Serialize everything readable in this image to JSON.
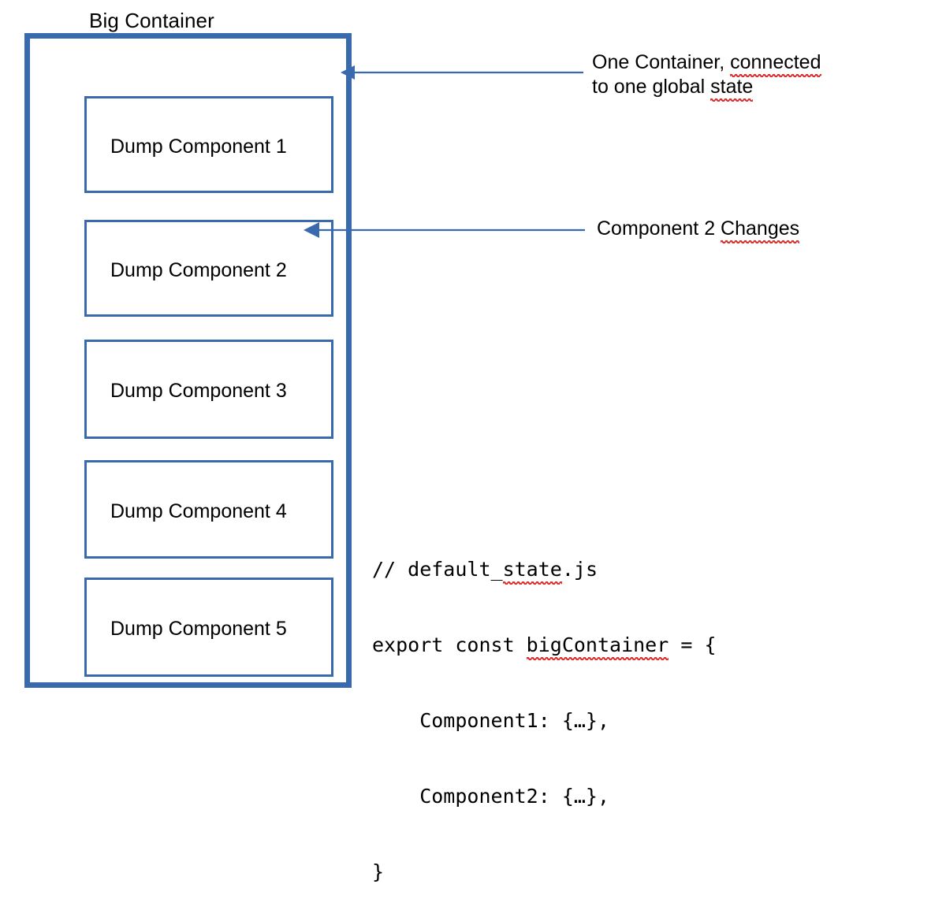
{
  "theme": {
    "background": "#ffffff",
    "accent_blue": "#3a6aae",
    "text_color": "#000000",
    "spellcheck_underline": "#e03030"
  },
  "diagram": {
    "title": "Big Container",
    "components": [
      {
        "label": "Dump Component 1"
      },
      {
        "label": "Dump Component 2"
      },
      {
        "label": "Dump Component 3"
      },
      {
        "label": "Dump Component 4"
      },
      {
        "label": "Dump Component 5"
      }
    ],
    "annotations": [
      {
        "id": "one-container",
        "line1_a": "One Container, ",
        "line1_b": "connected",
        "line2_a": "to one global ",
        "line2_b": "state",
        "target": "big-container"
      },
      {
        "id": "component-2",
        "text_a": "Component 2 ",
        "text_b": "Changes",
        "target": "dump-box-2"
      }
    ],
    "code_block": {
      "lines": [
        {
          "prefix": "// default_",
          "squiggle": "state",
          "suffix": ".js"
        },
        {
          "prefix": "export const ",
          "squiggle": "bigContainer",
          "suffix": " = {"
        },
        {
          "prefix": "    Component1: {…},",
          "squiggle": "",
          "suffix": ""
        },
        {
          "prefix": "    Component2: {…},",
          "squiggle": "",
          "suffix": ""
        },
        {
          "prefix": "}",
          "squiggle": "",
          "suffix": ""
        }
      ]
    }
  }
}
